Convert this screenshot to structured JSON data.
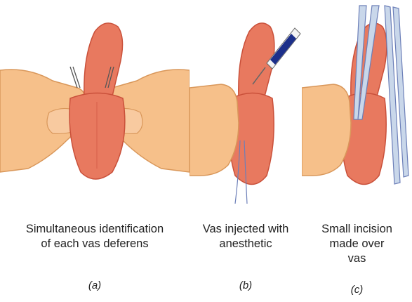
{
  "panels": [
    {
      "caption": "Simultaneous identification\nof each vas deferens",
      "label": "(a)"
    },
    {
      "caption": "Vas injected with\nanesthetic",
      "label": "(b)"
    },
    {
      "caption": "Small incision\nmade over\nvas",
      "label": "(c)"
    }
  ],
  "colors": {
    "skin": "#e8795f",
    "skin_dark": "#c9503a",
    "hand": "#f6c08a",
    "hand_dark": "#d9975a",
    "instrument": "#c9d7ea",
    "syringe_fluid": "#1c2f8a"
  }
}
